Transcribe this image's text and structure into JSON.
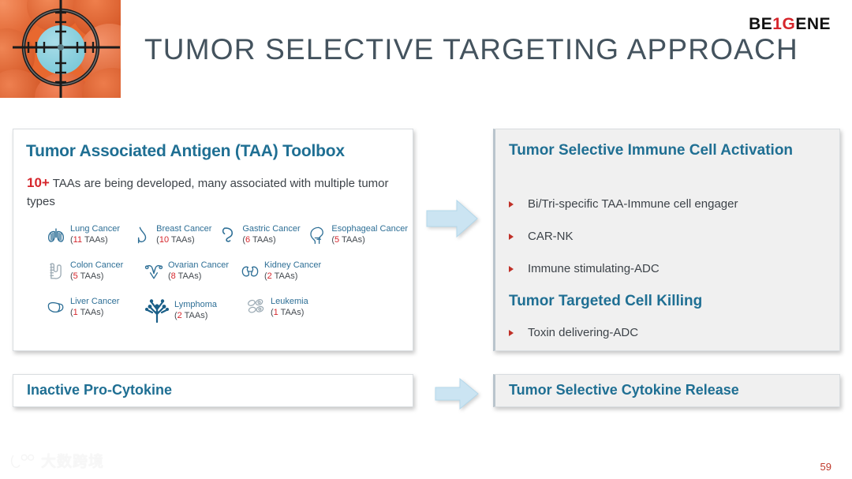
{
  "header": {
    "title": "TUMOR SELECTIVE TARGETING APPROACH",
    "logo_part1": "BE",
    "logo_one": "1",
    "logo_g": "G",
    "logo_part2": "ENE",
    "hero_icon": "tumor-cell-crosshair-image"
  },
  "left_panel": {
    "heading": "Tumor Associated Antigen (TAA) Toolbox",
    "highlight": "10+",
    "subtext": " TAAs are being developed, many associated with multiple tumor types",
    "cancers": [
      [
        {
          "icon": "lungs-icon",
          "name": "Lung Cancer",
          "count": "11",
          "unit": " TAAs"
        },
        {
          "icon": "breast-icon",
          "name": "Breast Cancer",
          "count": "10",
          "unit": " TAAs"
        },
        {
          "icon": "stomach-icon",
          "name": "Gastric Cancer",
          "count": "6",
          "unit": " TAAs"
        },
        {
          "icon": "esophagus-icon",
          "name": "Esophageal Cancer",
          "count": "5",
          "unit": " TAAs"
        }
      ],
      [
        {
          "icon": "colon-icon",
          "name": "Colon Cancer",
          "count": "5",
          "unit": " TAAs"
        },
        {
          "icon": "ovary-icon",
          "name": "Ovarian Cancer",
          "count": "8",
          "unit": " TAAs"
        },
        {
          "icon": "kidney-icon",
          "name": "Kidney Cancer",
          "count": "2",
          "unit": " TAAs"
        }
      ],
      [
        {
          "icon": "liver-icon",
          "name": "Liver Cancer",
          "count": "1",
          "unit": " TAAs"
        },
        {
          "icon": "lymph-node-icon",
          "name": "Lymphoma",
          "count": "2",
          "unit": " TAAs"
        },
        {
          "icon": "blood-cells-icon",
          "name": "Leukemia",
          "count": "1",
          "unit": " TAAs"
        }
      ]
    ]
  },
  "right_panel": {
    "heading1": "Tumor Selective Immune Cell Activation",
    "bullets1": [
      "Bi/Tri-specific TAA-Immune cell engager",
      "CAR-NK",
      "Immune stimulating-ADC"
    ],
    "heading2": "Tumor Targeted Cell Killing",
    "bullets2": [
      "Toxin delivering-ADC"
    ]
  },
  "bottom_row": {
    "left_label": "Inactive Pro-Cytokine",
    "right_label": "Tumor Selective Cytokine Release",
    "arrow_icon": "right-arrow-icon"
  },
  "footer": {
    "page_number": "59",
    "watermark_text": "大数跨境",
    "watermark_icon": "dashujingjing-logo"
  },
  "colors": {
    "accent_blue": "#1f6f93",
    "accent_red": "#d6262c",
    "title_gray": "#44535e",
    "arrow_blue": "#cbe4f2",
    "panel_gray": "#f0f0f0"
  }
}
